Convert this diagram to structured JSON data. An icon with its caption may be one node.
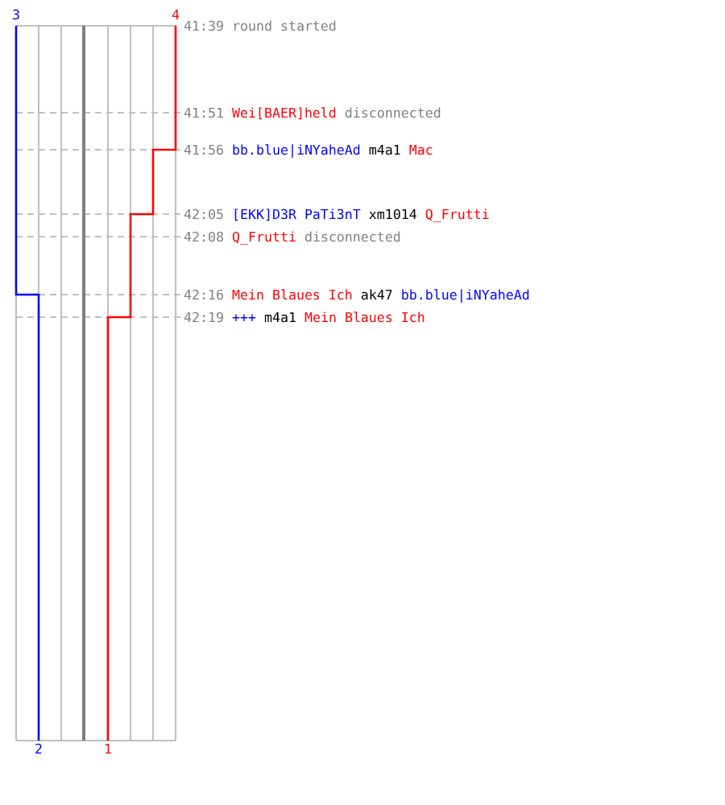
{
  "diagram": {
    "labels": [
      "3",
      "4",
      "41:39",
      "round started",
      "41:51",
      "Wei[BAER]held",
      "disconnected",
      "41:56",
      "bb.blue|iNYaheAd",
      "m4a1",
      "Mac",
      "42:05",
      "[EKK]D3R PaTi3nT",
      "xm1014",
      "Q_Frutti",
      "42:08",
      "Q_Frutti",
      "disconnected",
      "42:16",
      "Mein Blaues Ich",
      "ak47",
      "bb.blue|iNYaheAd",
      "42:19",
      "+++",
      "m4a1",
      "Mein Blaues Ich",
      "2",
      "1"
    ]
  }
}
